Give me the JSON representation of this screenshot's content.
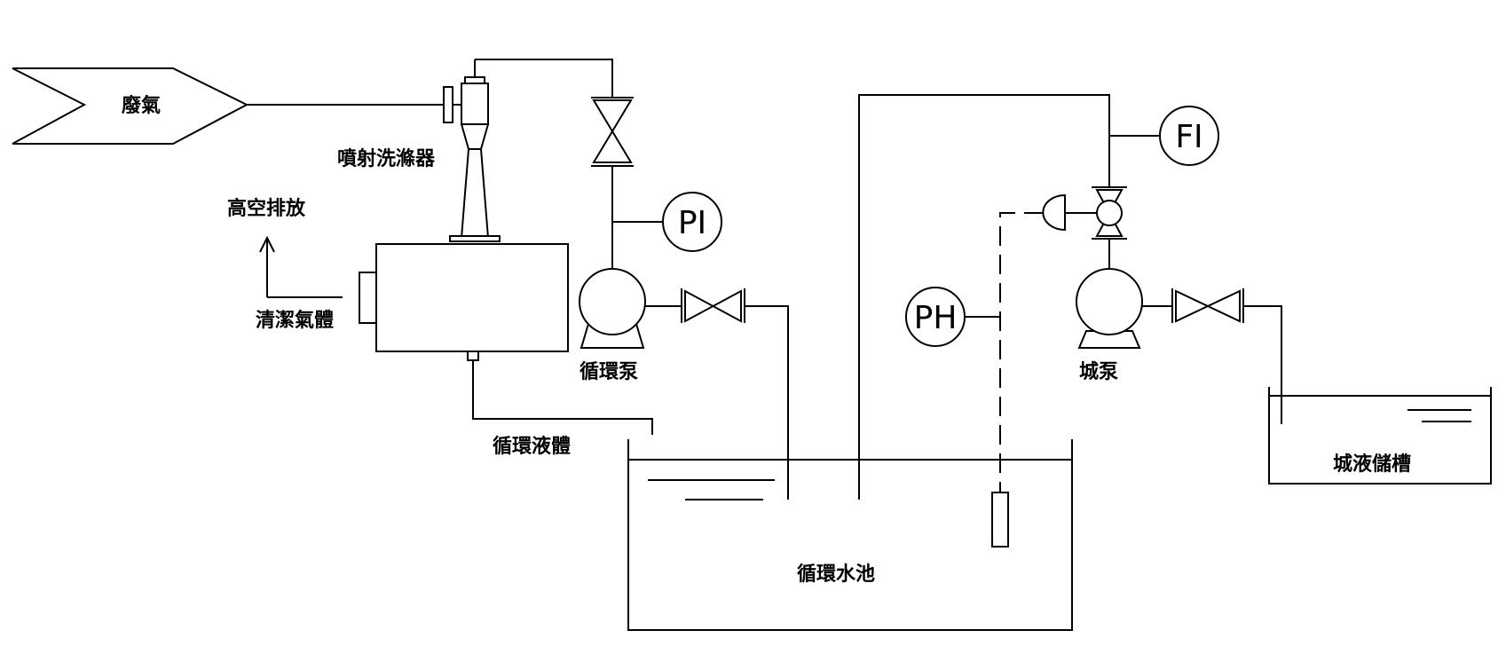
{
  "labels": {
    "waste_gas": "廢氣",
    "jet_scrubber": "噴射洗滌器",
    "high_altitude_discharge": "高空排放",
    "clean_gas": "清潔氣體",
    "circulation_pump": "循環泵",
    "circulation_liquid": "循環液體",
    "circulation_pool": "循環水池",
    "alkali_pump": "城泵",
    "alkali_tank": "城液儲槽"
  },
  "instruments": {
    "pi": "PI",
    "ph": "PH",
    "fi": "FI"
  }
}
